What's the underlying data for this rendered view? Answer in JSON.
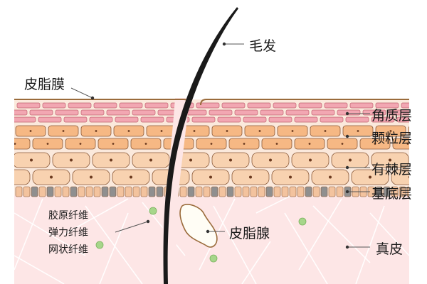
{
  "diagram": {
    "labels": {
      "hair": "毛发",
      "sebum_film": "皮脂膜",
      "stratum_corneum": "角质层",
      "stratum_granulosum": "颗粒层",
      "stratum_spinosum": "有棘层",
      "stratum_basale": "基底层",
      "dermis": "真皮",
      "sebaceous_gland": "皮脂腺",
      "fibers": [
        "胶原纤维",
        "弹力纤维",
        "网状纤维"
      ]
    },
    "colors": {
      "corneum_fill": "#f2a7b2",
      "corneum_stroke": "#c0606e",
      "granulosum_fill": "#f6b884",
      "spinosum_fill": "#f8d2b0",
      "cell_stroke": "#8a5a3a",
      "basal_gray": "#8f8f8f",
      "basal_peach": "#f3c39e",
      "dermis_fill": "#fde6e6",
      "fiber_stroke": "#ffffff",
      "green_dot": "#a6d68a",
      "hair": "#1a1a1a",
      "gland_fill": "#fffdf5",
      "outline": "#9a6b3b"
    }
  }
}
